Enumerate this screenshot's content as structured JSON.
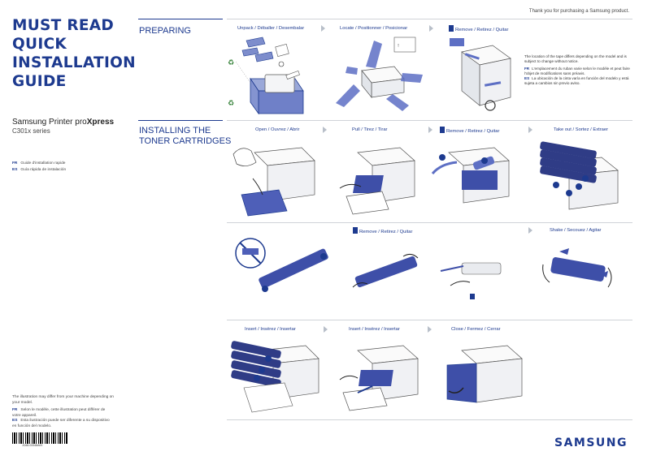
{
  "header": {
    "thanks": "Thank you for purchasing a Samsung product."
  },
  "cover": {
    "title_lines": [
      "MUST READ",
      "QUICK",
      "INSTALLATION",
      "GUIDE"
    ],
    "product_prefix": "Samsung Printer pro",
    "product_brand": "Xpress",
    "series": "C301x series",
    "langs": [
      {
        "code": "FR",
        "text": "Guide d'installation rapide"
      },
      {
        "code": "ES",
        "text": "Guía rápida de instalación"
      }
    ],
    "note_en": "The illustration may differ from your machine depending on your model.",
    "note_fr": "Selon le modèle, cette illustration peut différer de votre appareil.",
    "note_es": "Esta ilustración puede ser diferente a su dispositivo en función del modelo.",
    "barcode_number": "JC68-03348A00"
  },
  "preparing": {
    "title": "PREPARING",
    "steps": [
      {
        "label": "Unpack / Déballer / Desembalar"
      },
      {
        "label": "Locate / Positionner / Posicionar"
      },
      {
        "label": "Remove / Retirez / Quitar",
        "icon": "trash-icon"
      }
    ],
    "caution_en": "The location of the tape differs depending on the model and is subject to change without notice.",
    "caution_fr": "L'emplacement du ruban varie selon le modèle et peut faire l'objet de modifications sans préavis.",
    "caution_es": "La ubicación de la cinta varía en función del modelo y está sujeta a cambios sin previo aviso."
  },
  "installing": {
    "title_line1": "INSTALLING THE",
    "title_line2": "TONER CARTRIDGES",
    "row1": [
      {
        "label": "Open / Ouvrez / Abrir"
      },
      {
        "label": "Pull / Tirez / Tirar"
      },
      {
        "label": "Remove / Retirez / Quitar",
        "icon": "trash-icon"
      },
      {
        "label": "Take out / Sortez / Extraer"
      }
    ],
    "row2": [
      {
        "label": "Remove / Retirez / Quitar",
        "icon": "trash-icon"
      },
      {
        "label": "Shake / Secouez / Agitar"
      }
    ],
    "row3": [
      {
        "label": "Insert / Insérez / Insertar"
      },
      {
        "label": "Insert / Insérez / Insertar"
      },
      {
        "label": "Close / Fermez / Cerrar"
      }
    ]
  },
  "footer": {
    "brand": "SAMSUNG"
  },
  "colors": {
    "brand_blue": "#1d3a8f",
    "arrow_gray": "#b8bfc9"
  }
}
